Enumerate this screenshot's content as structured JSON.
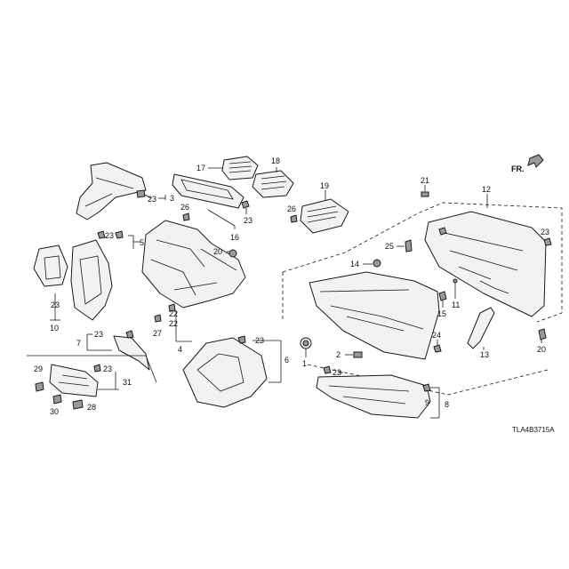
{
  "diagram": {
    "drawing_code": "TLA4B3715A",
    "direction_label": "FR.",
    "callouts": {
      "c1": "1",
      "c2": "2",
      "c3": "3",
      "c4": "4",
      "c5": "5",
      "c6": "6",
      "c7": "7",
      "c8": "8",
      "c9": "9",
      "c10": "10",
      "c11": "11",
      "c12": "12",
      "c13": "13",
      "c14": "14",
      "c15": "15",
      "c16": "16",
      "c17": "17",
      "c18": "18",
      "c19": "19",
      "c20": "20",
      "c21": "21",
      "c22": "22",
      "c23": "23",
      "c24": "24",
      "c25": "25",
      "c26": "26",
      "c27": "27",
      "c28": "28",
      "c29": "29",
      "c30": "30",
      "c31": "31"
    }
  }
}
